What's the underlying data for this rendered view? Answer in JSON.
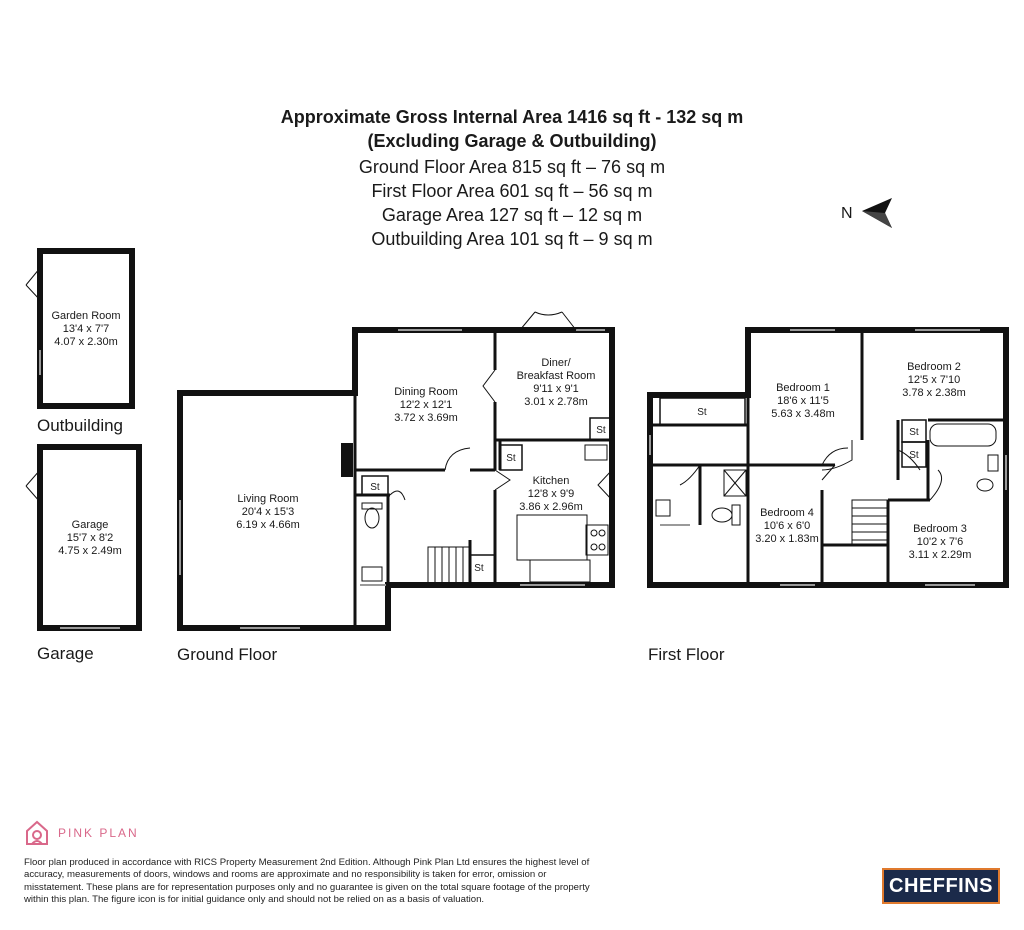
{
  "header": {
    "line1": "Approximate Gross Internal Area 1416 sq ft - 132 sq m",
    "line2": "(Excluding Garage & Outbuilding)",
    "line3": "Ground Floor Area 815 sq ft – 76 sq m",
    "line4": "First Floor Area 601 sq ft – 56 sq m",
    "line5": "Garage Area 127 sq ft – 12 sq m",
    "line6": "Outbuilding Area 101 sq ft – 9 sq m"
  },
  "compass": {
    "label": "N"
  },
  "sections": {
    "outbuilding": "Outbuilding",
    "garage": "Garage",
    "ground_floor": "Ground Floor",
    "first_floor": "First Floor"
  },
  "rooms": {
    "garden_room": {
      "name": "Garden Room",
      "imperial": "13'4 x 7'7",
      "metric": "4.07 x 2.30m"
    },
    "garage": {
      "name": "Garage",
      "imperial": "15'7 x 8'2",
      "metric": "4.75 x 2.49m"
    },
    "living_room": {
      "name": "Living Room",
      "imperial": "20'4 x 15'3",
      "metric": "6.19 x 4.66m"
    },
    "dining_room": {
      "name": "Dining Room",
      "imperial": "12'2 x 12'1",
      "metric": "3.72 x 3.69m"
    },
    "diner": {
      "name1": "Diner/",
      "name2": "Breakfast Room",
      "imperial": "9'11 x 9'1",
      "metric": "3.01 x 2.78m"
    },
    "kitchen": {
      "name": "Kitchen",
      "imperial": "12'8 x 9'9",
      "metric": "3.86 x 2.96m"
    },
    "bedroom1": {
      "name": "Bedroom 1",
      "imperial": "18'6 x 11'5",
      "metric": "5.63 x 3.48m"
    },
    "bedroom2": {
      "name": "Bedroom 2",
      "imperial": "12'5 x 7'10",
      "metric": "3.78 x 2.38m"
    },
    "bedroom3": {
      "name": "Bedroom 3",
      "imperial": "10'2 x 7'6",
      "metric": "3.11 x 2.29m"
    },
    "bedroom4": {
      "name": "Bedroom 4",
      "imperial": "10'6 x 6'0",
      "metric": "3.20 x 1.83m"
    }
  },
  "store_label": "St",
  "footer": {
    "brand": "PINK PLAN",
    "disclaimer": "Floor plan produced in accordance with RICS Property Measurement 2nd Edition. Although Pink Plan Ltd ensures the highest level of accuracy, measurements of doors, windows and rooms are approximate and no responsibility is taken for error, omission or misstatement. These plans are for representation purposes only and no guarantee is given on the total square footage of the property within this plan. The figure icon is for initial guidance only and should not be relied on as a basis of valuation.",
    "agent_logo": "CHEFFINS"
  },
  "colors": {
    "wall": "#111111",
    "window": "#999999",
    "brand_pink": "#d9688a",
    "agent_navy": "#1b2a4a",
    "agent_orange": "#e07a2e"
  }
}
